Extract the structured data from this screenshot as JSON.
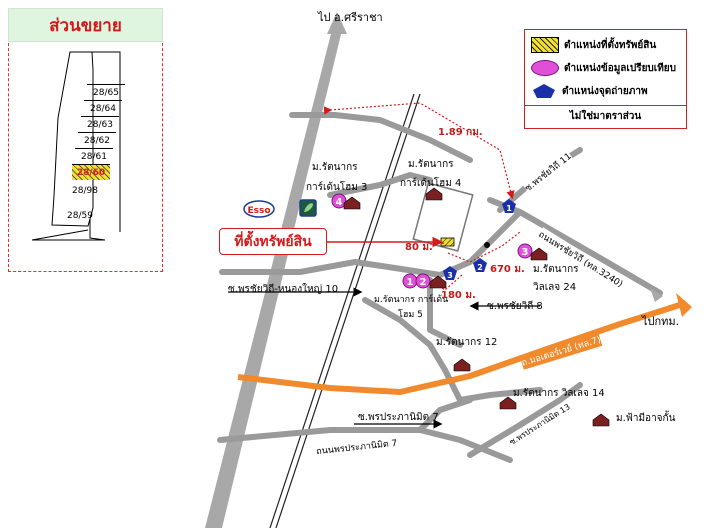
{
  "inset": {
    "title": "ส่วนขยาย",
    "plots": [
      "28/65",
      "28/64",
      "28/63",
      "28/62",
      "28/61",
      "28/60",
      "28/98",
      "28/59"
    ],
    "highlight_plot": "28/60"
  },
  "legend": {
    "items": [
      {
        "label": "ตำแหน่งที่ตั้งทรัพย์สิน",
        "icon": "hatched-yellow-swatch"
      },
      {
        "label": "ตำแหน่งข้อมูลเปรียบเทียบ",
        "icon": "magenta-oval"
      },
      {
        "label": "ตำแหน่งจุดถ่ายภาพ",
        "icon": "blue-pentagon"
      }
    ],
    "note": "ไม่ใช่มาตราส่วน"
  },
  "labels": {
    "north": "ไป อ.ศรีราชา",
    "east": "ไปกทม.",
    "property_callout": "ที่ตั้งทรัพย์สิน",
    "village_left": "ม.รัตนากร",
    "village_left_2": "การ์เด้นโฮม 3",
    "village_center": "ม.รัตนากร",
    "village_center_2": "การ์เด้นโฮม 4",
    "village_south": "ม.รัตนากร การ์เด้น",
    "village_south_2": "โฮม 5",
    "village_east": "ม.รัตนากร",
    "village_east_2": "วิลเลจ 24",
    "village_12": "ม.รัตนากร 12",
    "village_14": "ม.รัตนากร วิลเลจ 14",
    "village_fah": "ม.ฟ้ามีอาจกั้น",
    "soi_8": "ซ.พรชัยวิถี 8",
    "soi_7": "ซ.พรประภานิมิต 7",
    "soi_10": "ซ.พรชัยวิถี-หนองใหญ่ 10",
    "soi_11": "ซ.พรชัยวิถี 11",
    "road_pornchai": "ถนนพรชัยวิถี (ทล.3240)",
    "road_motorway": "ถ.มอเตอร์เวย์ (ทล.7)",
    "road_pornprapa": "ถนนพรประภานิมิต 7",
    "road_pornprapa_diag": "ซ.พรประภานิมิต 13",
    "esso": "Esso",
    "dist_189": "1.89 กม.",
    "dist_80": "80 ม.",
    "dist_180": "180 ม.",
    "dist_670": "670 ม."
  },
  "markers": {
    "compare": [
      "1",
      "2",
      "3",
      "4"
    ],
    "photo": [
      "1",
      "2",
      "3"
    ]
  },
  "colors": {
    "red": "#d21c1c",
    "orange": "#f08a2c",
    "road_grey": "#9a9a9a",
    "magenta": "#e04fd8",
    "blue": "#1a2fa8",
    "hatch_yellow": "#e8d20e"
  }
}
